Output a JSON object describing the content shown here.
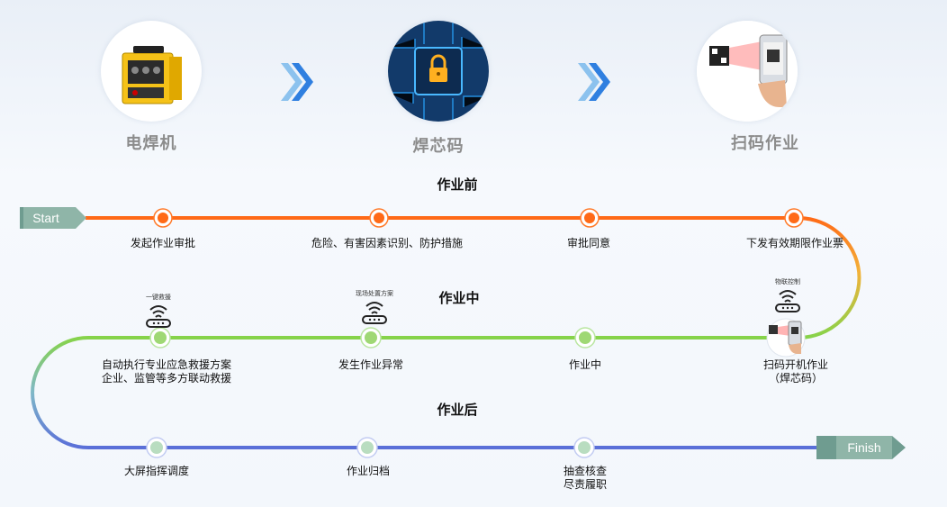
{
  "top": {
    "items": [
      {
        "title": "电焊机",
        "icon": "welding-machine"
      },
      {
        "title": "焊芯码",
        "icon": "chip-lock"
      },
      {
        "title": "扫码作业",
        "icon": "phone-scan"
      }
    ]
  },
  "phases": {
    "before": "作业前",
    "during": "作业中",
    "after": "作业后"
  },
  "tags": {
    "start": "Start",
    "finish": "Finish"
  },
  "nodes": {
    "before": [
      "发起作业审批",
      "危险、有害因素识别、防护措施",
      "审批同意",
      "下发有效期限作业票"
    ],
    "during_line1": [
      "自动执行专业应急救援方案",
      "发生作业异常",
      "作业中",
      "扫码开机作业"
    ],
    "during_line2": [
      "企业、监管等多方联动救援",
      "",
      "",
      "（焊芯码）"
    ],
    "after_line1": [
      "大屏指挥调度",
      "作业归档",
      "抽查核查"
    ],
    "after_line2": [
      "",
      "",
      "尽责履职"
    ]
  },
  "device_labels": {
    "left": "一键救援",
    "middle": "现场处置方案",
    "right": "物联控制"
  },
  "colors": {
    "orange": "#ff6a17",
    "green": "#86d34a",
    "blue": "#5a6fd8",
    "arrow": "#2f7fe0",
    "tag": "#8fb5a8"
  }
}
